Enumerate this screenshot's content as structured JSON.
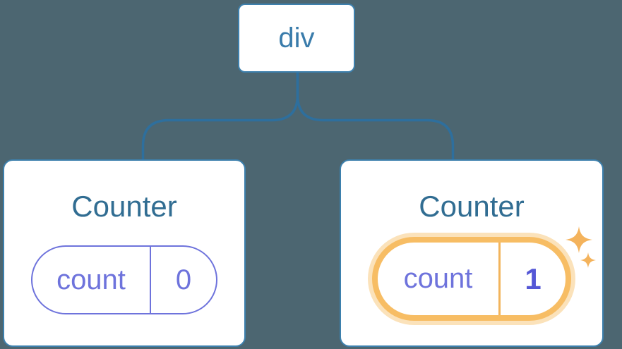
{
  "colors": {
    "background": "#4c6671",
    "connector": "#2e6f9d",
    "node_border": "#3d80ad",
    "node_label": "#3a7cab",
    "card_background": "#ffffff",
    "card_border": "#3d80ad",
    "card_title": "#316d92",
    "state_accent": "#6e73dc",
    "state_value_bold": "#5457d6",
    "highlight_ring": "#f7bd64",
    "highlight_glow": "#fbe2ba",
    "sparkle": "#f4b35c"
  },
  "tree": {
    "root": {
      "label": "div"
    },
    "children": [
      {
        "title": "Counter",
        "state": {
          "name": "count",
          "value": "0"
        },
        "highlighted": false
      },
      {
        "title": "Counter",
        "state": {
          "name": "count",
          "value": "1"
        },
        "highlighted": true
      }
    ]
  }
}
